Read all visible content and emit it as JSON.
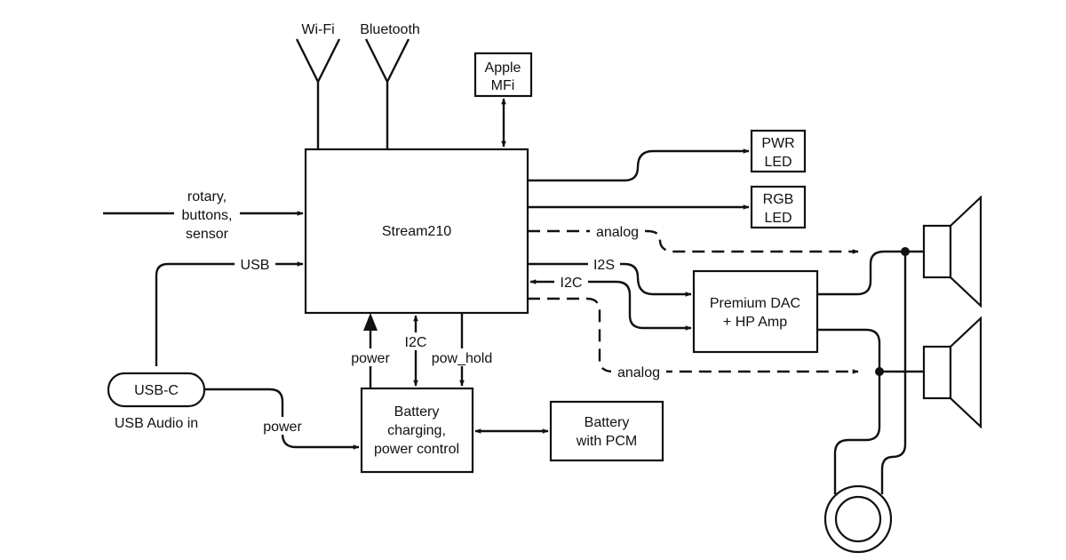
{
  "blocks": {
    "soc": "Stream210",
    "mfi_line1": "Apple",
    "mfi_line2": "MFi",
    "pwr_led_line1": "PWR",
    "pwr_led_line2": "LED",
    "rgb_led_line1": "RGB",
    "rgb_led_line2": "LED",
    "dac_line1": "Premium DAC",
    "dac_line2": "+ HP Amp",
    "batt_ctrl_line1": "Battery",
    "batt_ctrl_line2": "charging,",
    "batt_ctrl_line3": "power control",
    "battery_line1": "Battery",
    "battery_line2": "with PCM",
    "usbc": "USB-C"
  },
  "antennas": {
    "wifi": "Wi-Fi",
    "bluetooth": "Bluetooth"
  },
  "labels": {
    "inputs_line1": "rotary,",
    "inputs_line2": "buttons,",
    "inputs_line3": "sensor",
    "usb": "USB",
    "analog_top": "analog",
    "i2s": "I2S",
    "i2c_right": "I2C",
    "analog_bottom": "analog",
    "power_up": "power",
    "i2c_down": "I2C",
    "pow_hold": "pow_hold",
    "power_usbc": "power",
    "usb_audio_in": "USB Audio in"
  },
  "colors": {
    "line": "#111111",
    "background": "#ffffff"
  }
}
